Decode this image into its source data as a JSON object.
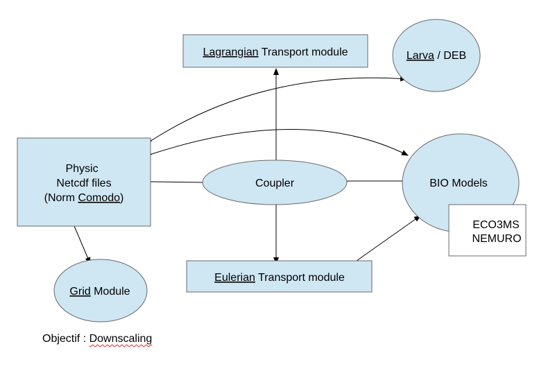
{
  "colors": {
    "node_fill": "#cfe6f3",
    "node_stroke": "#6a6a6a",
    "plain_fill": "#ffffff",
    "edge": "#000000"
  },
  "nodes": {
    "lagrangian": {
      "word1": "Lagrangian",
      "rest": " Transport module"
    },
    "larva": {
      "word1": "Larva",
      "rest": " / DEB"
    },
    "physic": {
      "line1": "Physic",
      "line2": "Netcdf files",
      "line3_open": "(Norm ",
      "line3_word": "Comodo",
      "line3_close": ")"
    },
    "coupler": {
      "label": "Coupler"
    },
    "bio": {
      "label": "BIO Models"
    },
    "eco": {
      "line1": "ECO3MS",
      "line2": "NEMURO"
    },
    "grid": {
      "word1": "Grid",
      "rest": " Module"
    },
    "eulerian": {
      "word1": "Eulerian",
      "rest": " Transport module"
    }
  },
  "caption": {
    "prefix": "Objectif : ",
    "word": "Downscaling"
  }
}
